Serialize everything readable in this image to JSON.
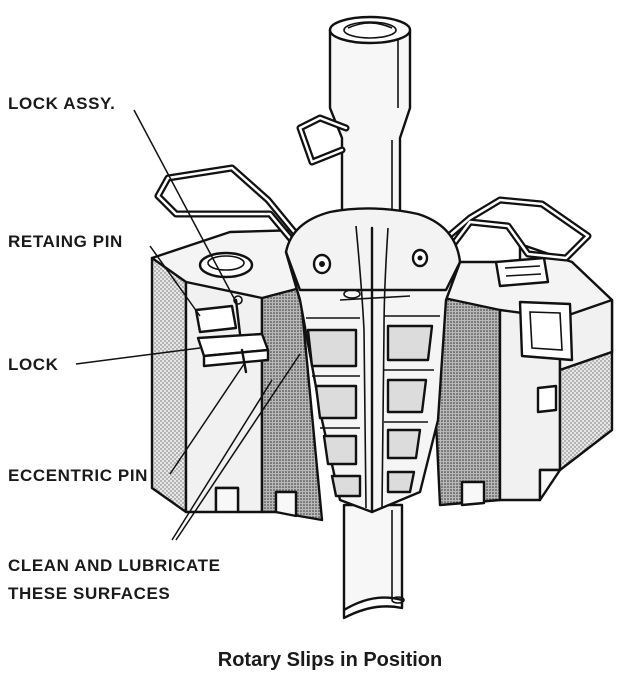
{
  "labels": {
    "lock_assy": "LOCK ASSY.",
    "retaining_pin": "RETAING PIN",
    "lock": "LOCK",
    "eccentric_pin": "ECCENTRIC PIN",
    "clean_line1": "CLEAN AND LUBRICATE",
    "clean_line2": "THESE SURFACES"
  },
  "caption": "Rotary Slips in Position"
}
